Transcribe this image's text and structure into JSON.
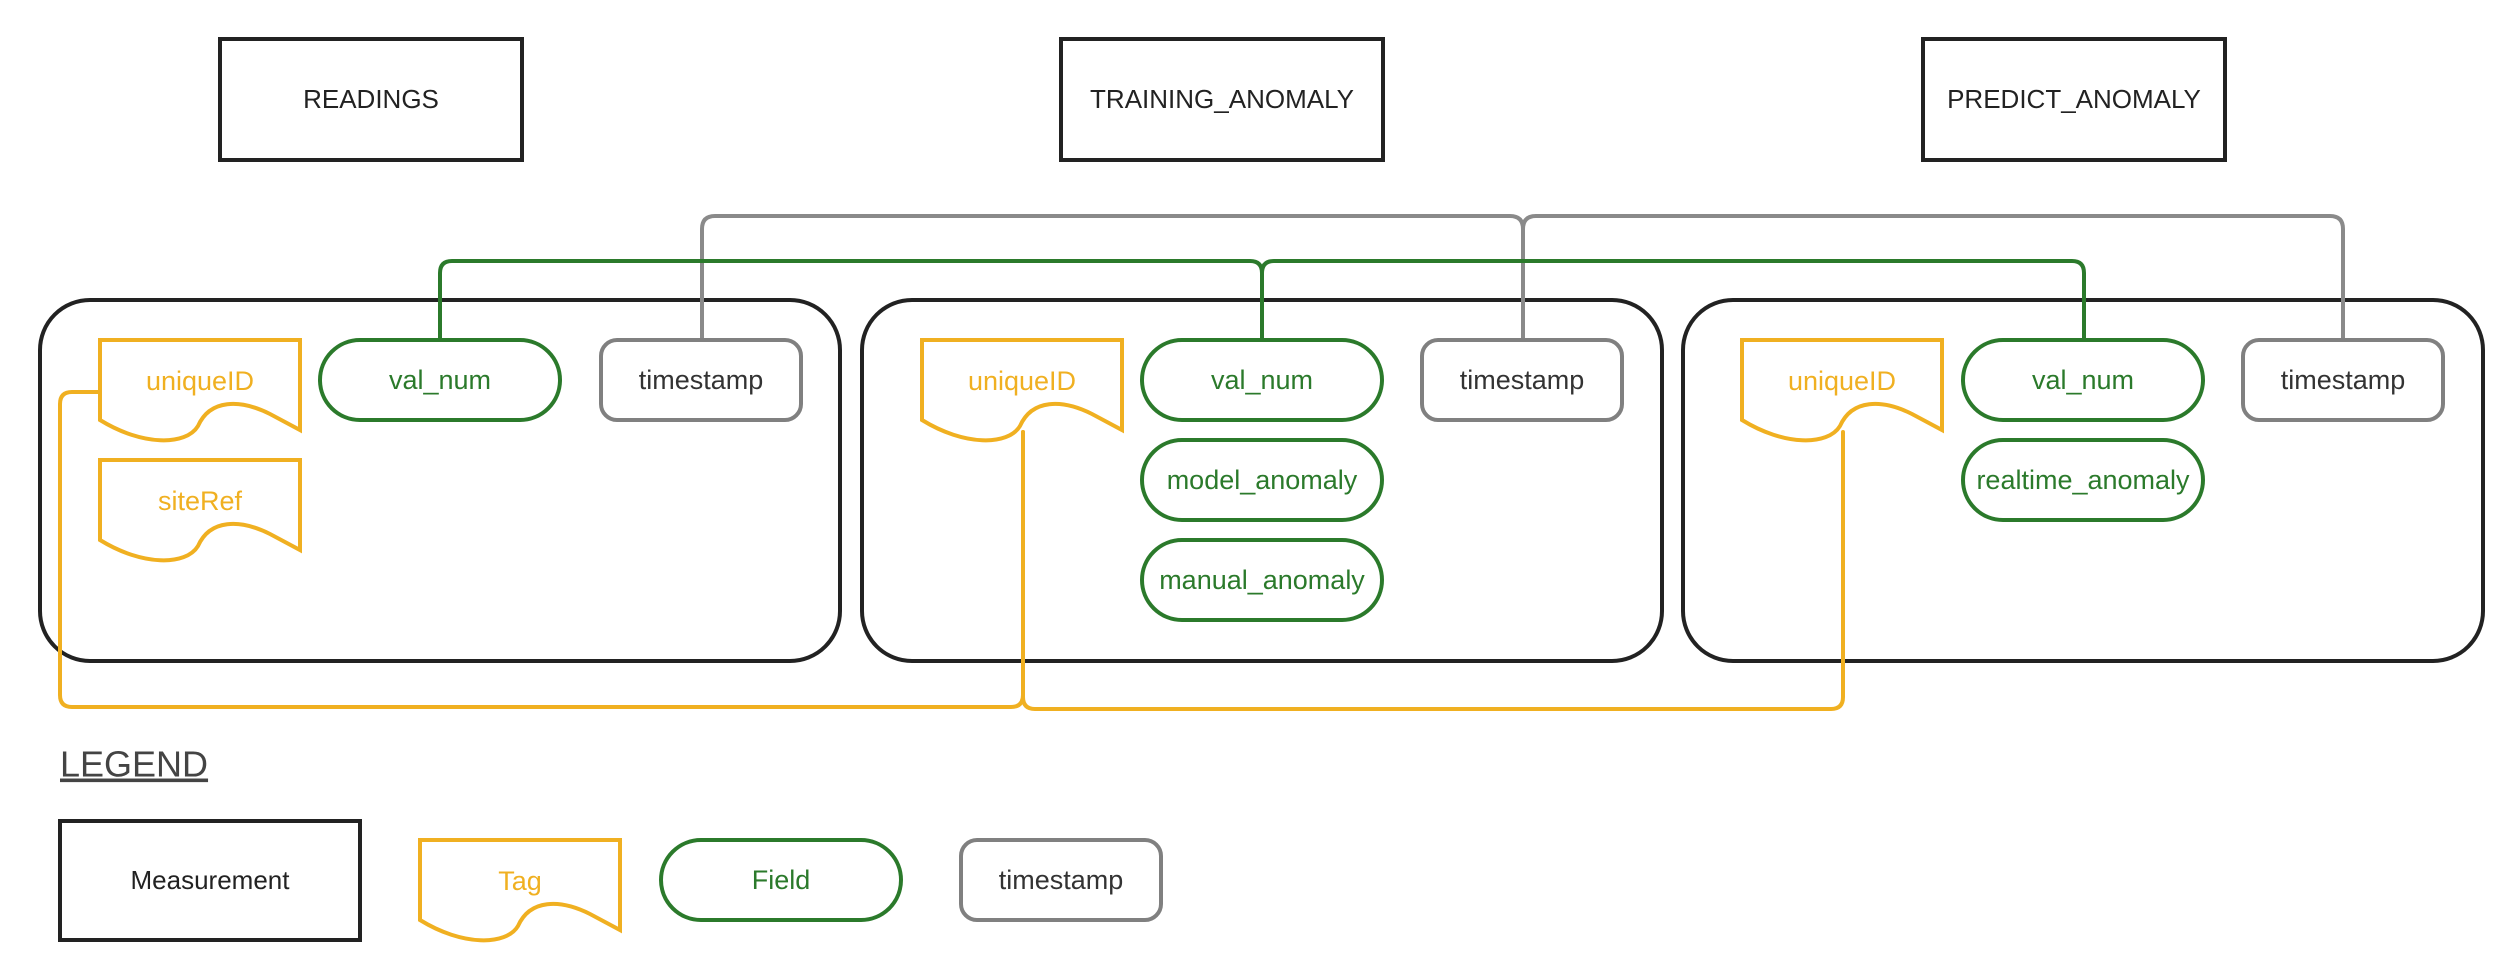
{
  "measurements": {
    "readings": "READINGS",
    "training": "TRAINING_ANOMALY",
    "predict": "PREDICT_ANOMALY"
  },
  "readings": {
    "tag_uniqueid": "uniqueID",
    "tag_siteref": "siteRef",
    "field_val_num": "val_num",
    "timestamp": "timestamp"
  },
  "training": {
    "tag_uniqueid": "uniqueID",
    "field_val_num": "val_num",
    "field_model_anomaly": "model_anomaly",
    "field_manual_anomaly": "manual_anomaly",
    "timestamp": "timestamp"
  },
  "predict": {
    "tag_uniqueid": "uniqueID",
    "field_val_num": "val_num",
    "field_realtime_anomaly": "realtime_anomaly",
    "timestamp": "timestamp"
  },
  "legend": {
    "title": "LEGEND",
    "measurement": "Measurement",
    "tag": "Tag",
    "field": "Field",
    "timestamp": "timestamp"
  },
  "colors": {
    "tag": "#f0b021",
    "field": "#2b7a2b",
    "timestamp": "#808080",
    "measurement": "#222222"
  }
}
